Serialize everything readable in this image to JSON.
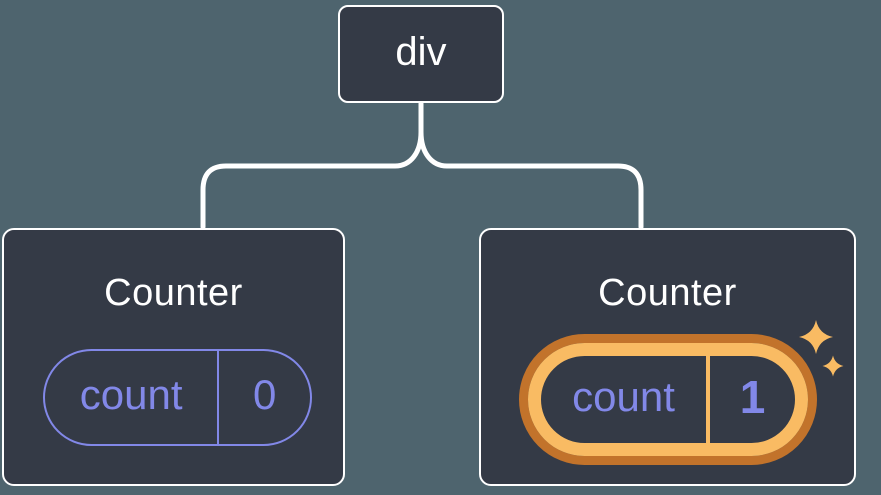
{
  "diagram": {
    "type": "component-tree",
    "description": "Root div element with two Counter component children; second Counter state updated"
  },
  "colors": {
    "page-bg": "#4E646E",
    "card-bg": "#343A46",
    "card-border": "#FFFFFF",
    "connector": "#FFFFFF",
    "text-primary": "#FFFFFF",
    "state-purple": "#8288E8",
    "highlight-amber": "#F9BB63",
    "highlight-orange-dark": "#C2732B"
  },
  "tree": {
    "root": {
      "label": "div"
    },
    "children": [
      {
        "title": "Counter",
        "state": {
          "label": "count",
          "value": "0"
        },
        "highlighted": false
      },
      {
        "title": "Counter",
        "state": {
          "label": "count",
          "value": "1"
        },
        "highlighted": true
      }
    ]
  },
  "icons": {
    "highlight": "sparkles-icon"
  }
}
